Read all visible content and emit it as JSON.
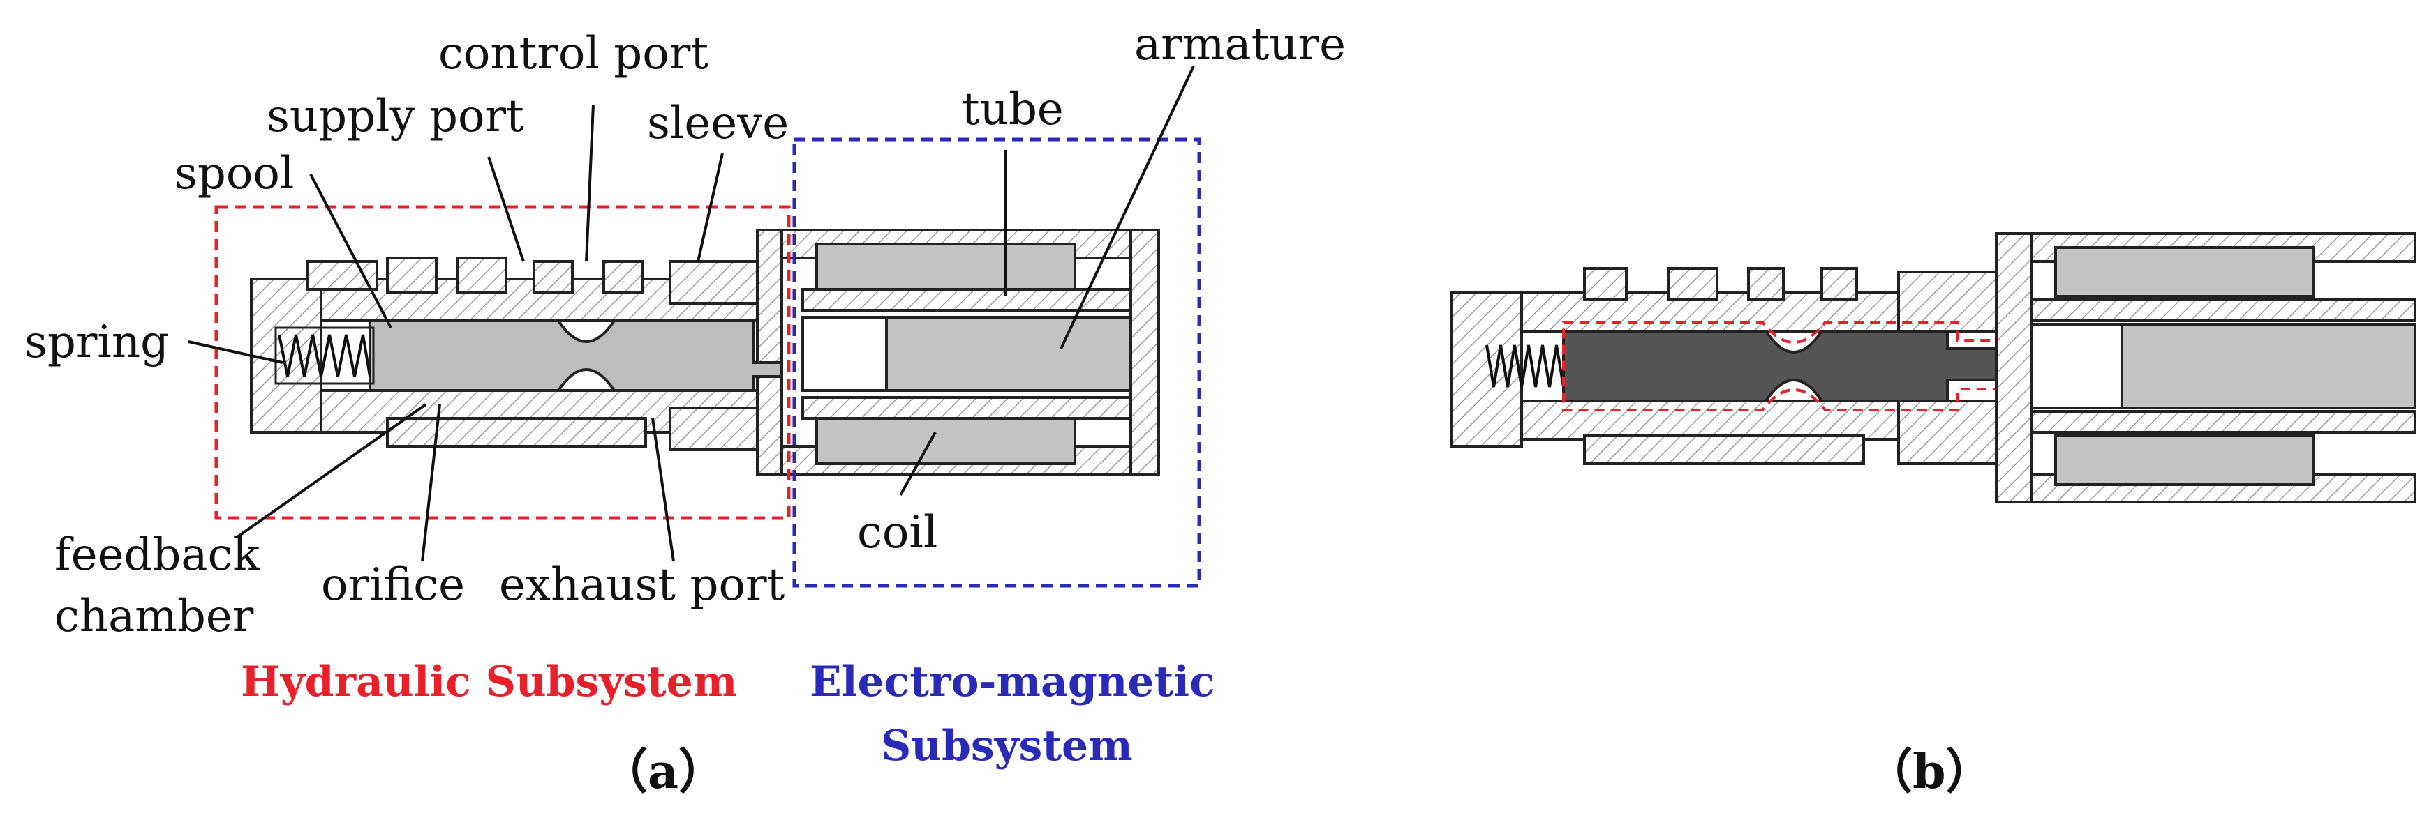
{
  "figure_a": {
    "labels": {
      "control_port": "control port",
      "armature": "armature",
      "supply_port": "supply port",
      "sleeve": "sleeve",
      "tube": "tube",
      "spool": "spool",
      "spring": "spring",
      "feedback_chamber_line1": "feedback",
      "feedback_chamber_line2": "chamber",
      "orifice": "orifice",
      "exhaust_port": "exhaust port",
      "coil": "coil"
    },
    "hydraulic_subsystem": {
      "label": "Hydraulic Subsystem",
      "color": "#e8202a"
    },
    "electromagnetic_subsystem": {
      "label_line1": "Electro-magnetic",
      "label_line2": "Subsystem",
      "color": "#2a2ab8"
    },
    "caption": "（a）"
  },
  "figure_b": {
    "caption": "（b）",
    "highlight_color": "#e8202a"
  },
  "colors": {
    "spool_fill_a": "#bdbdbd",
    "spool_fill_b": "#555555",
    "hatch": "#9a9a9a",
    "outline": "#222222"
  }
}
